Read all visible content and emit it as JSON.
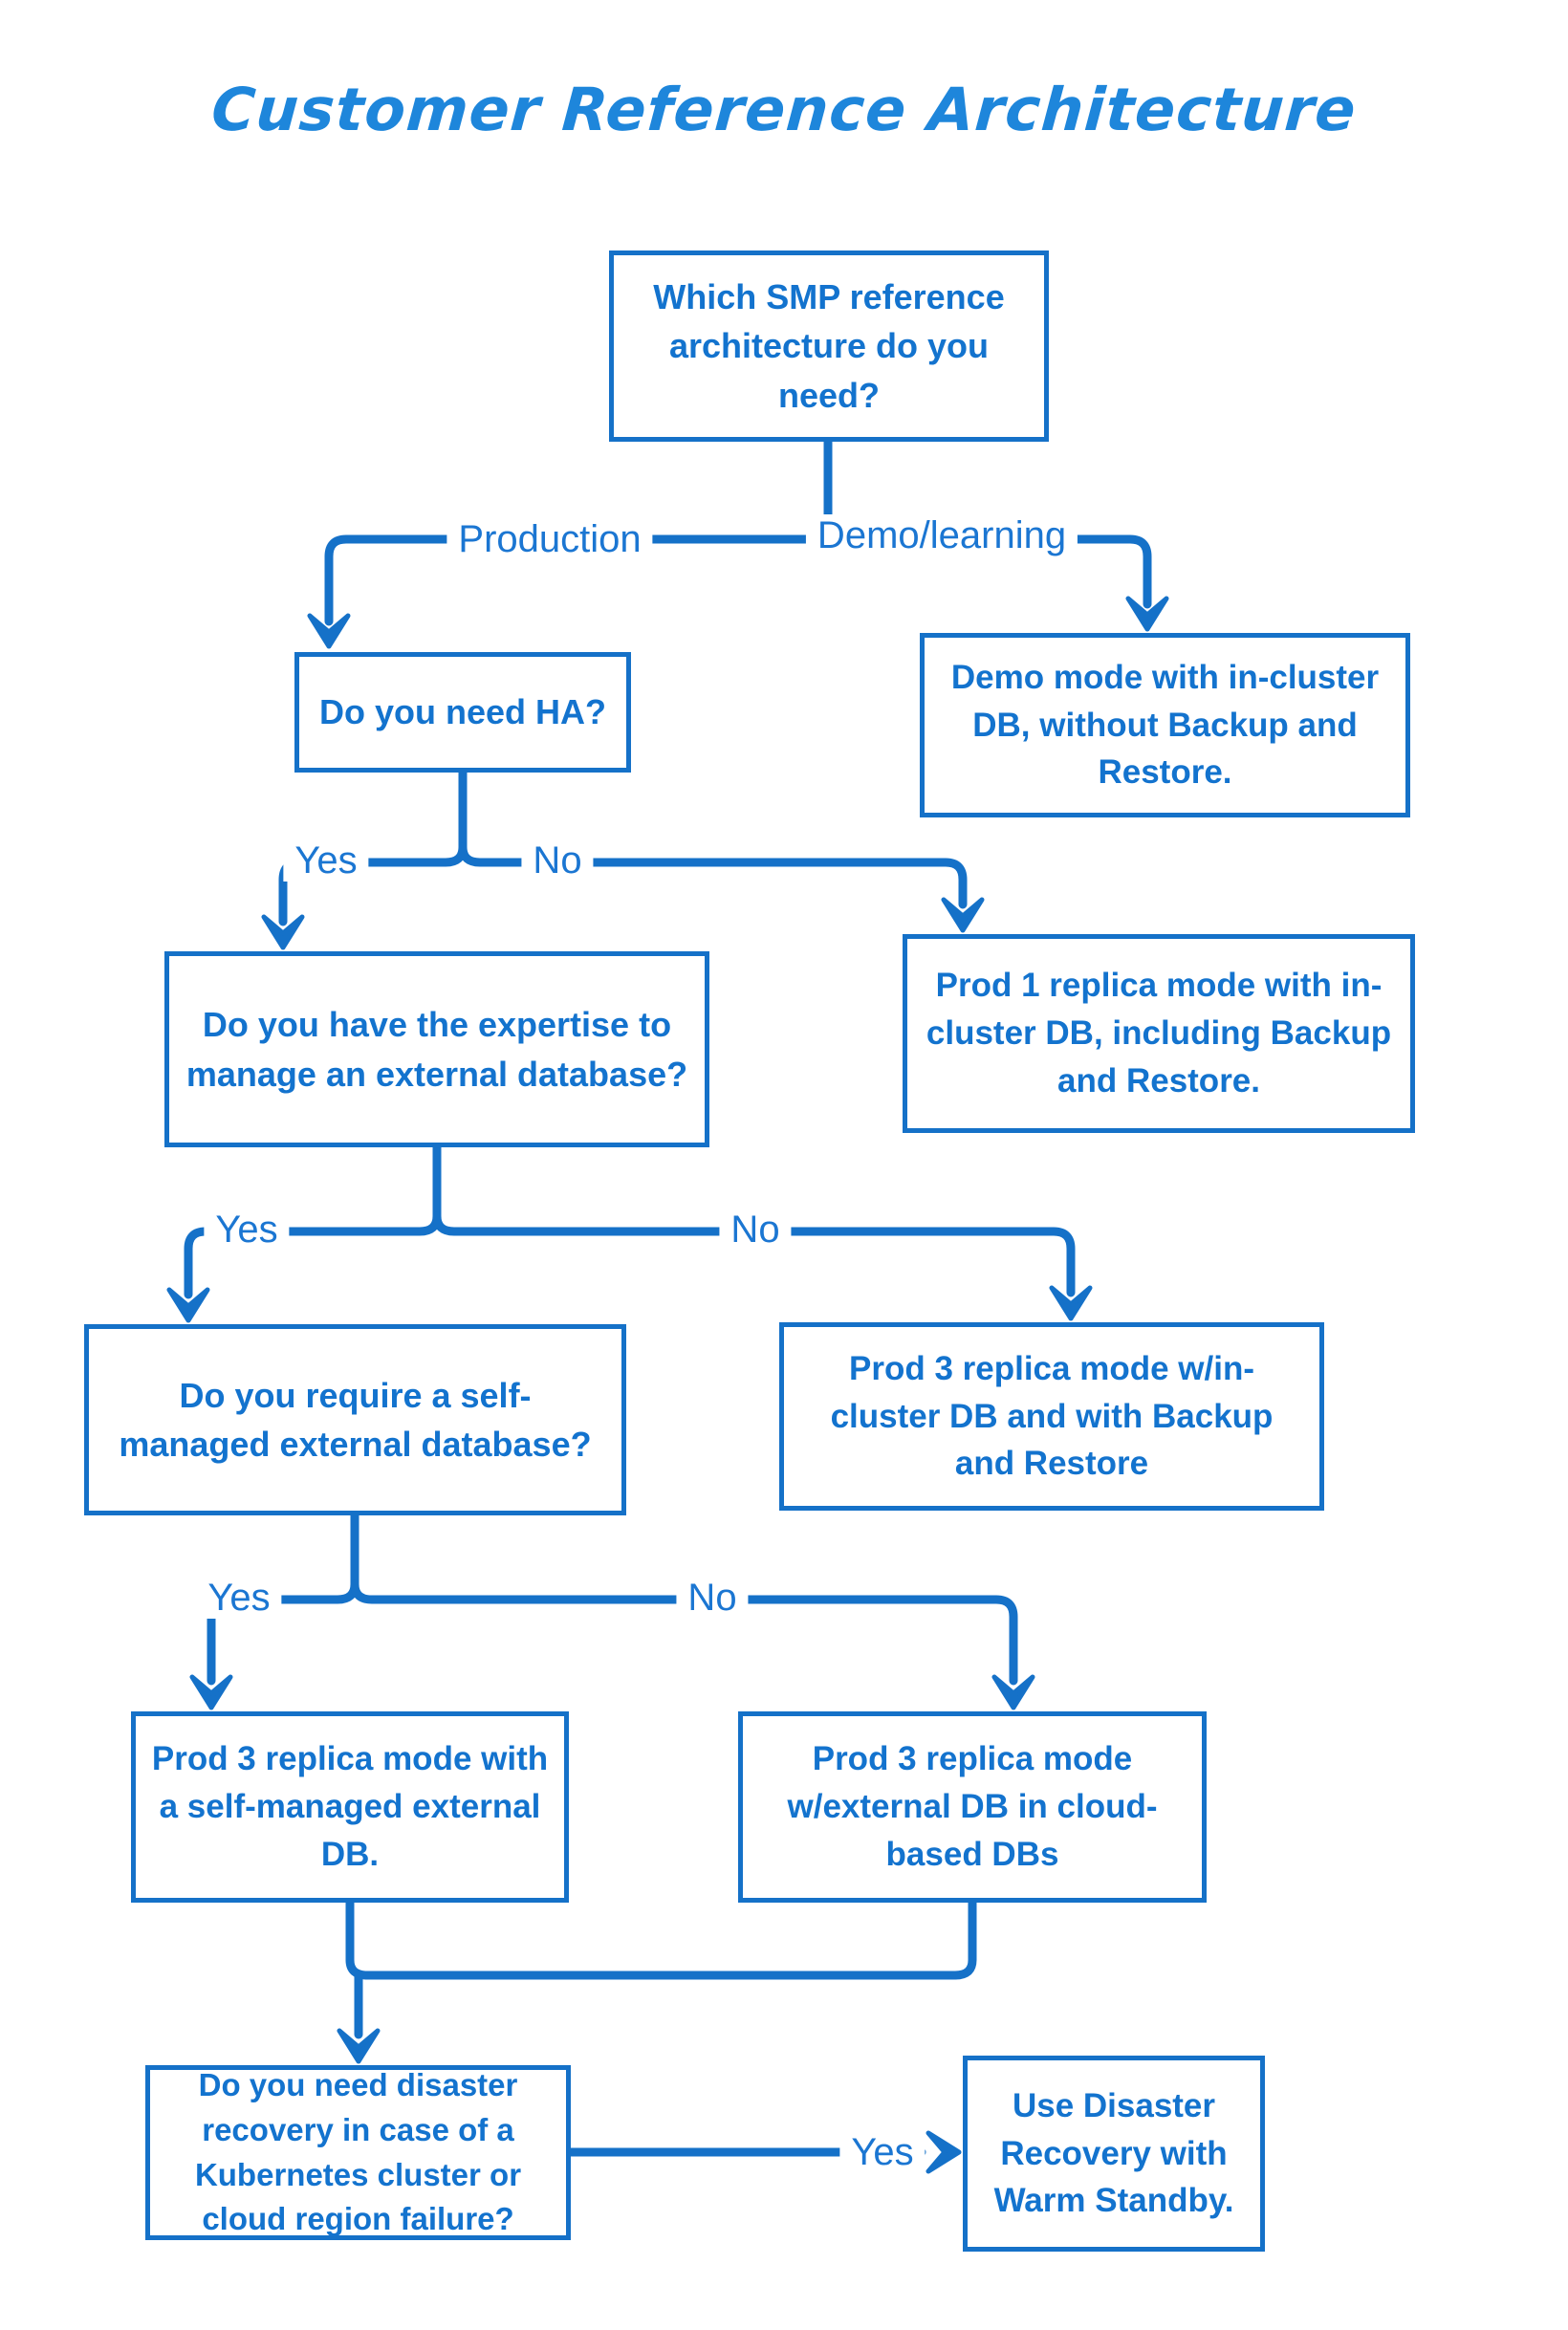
{
  "title": "Customer Reference Architecture",
  "colors": {
    "line": "#1571C8",
    "box_text": "#1373CE",
    "title_text": "#1E86DB",
    "background": "#FFFFFF"
  },
  "nodes": {
    "root": "Which SMP reference architecture do you need?",
    "need_ha": "Do you need HA?",
    "demo_mode": "Demo mode with in-cluster DB, without Backup and Restore.",
    "expertise": "Do you have the expertise to manage an external database?",
    "prod1": "Prod 1 replica mode with in-cluster DB, including Backup and Restore.",
    "self_managed": "Do you require a self-managed external database?",
    "prod3_incluster": "Prod 3 replica mode w/in-cluster DB and with Backup and Restore",
    "prod3_self": "Prod 3 replica mode with a self-managed external DB.",
    "prod3_cloud": "Prod 3 replica mode w/external DB in cloud-based DBs",
    "dr_question": "Do you need disaster recovery in case of a Kubernetes cluster or cloud region failure?",
    "dr_warm": "Use Disaster Recovery with Warm Standby."
  },
  "edge_labels": {
    "production": "Production",
    "demo_learning": "Demo/learning",
    "ha_yes": "Yes",
    "ha_no": "No",
    "expertise_yes": "Yes",
    "expertise_no": "No",
    "self_yes": "Yes",
    "self_no": "No",
    "dr_yes": "Yes"
  }
}
